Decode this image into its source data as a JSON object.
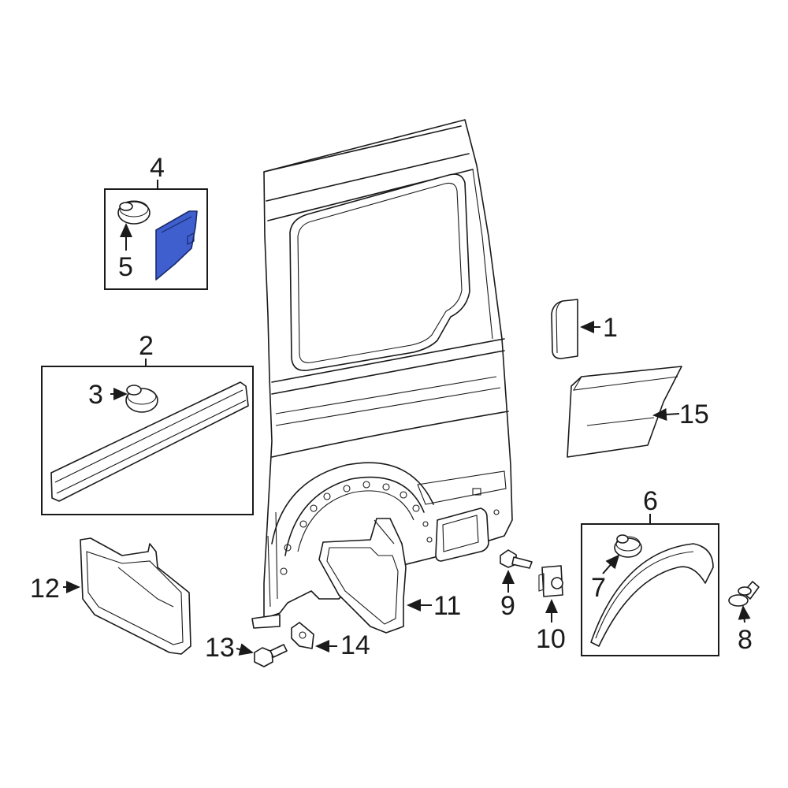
{
  "colors": {
    "highlight_part": "#3f5fcf",
    "line": "#1a1a1a",
    "background": "#ffffff"
  },
  "callouts": [
    {
      "id": "c1",
      "text": "1"
    },
    {
      "id": "c2",
      "text": "2"
    },
    {
      "id": "c3",
      "text": "3"
    },
    {
      "id": "c4",
      "text": "4"
    },
    {
      "id": "c5",
      "text": "5"
    },
    {
      "id": "c6",
      "text": "6"
    },
    {
      "id": "c7",
      "text": "7"
    },
    {
      "id": "c8",
      "text": "8"
    },
    {
      "id": "c9",
      "text": "9"
    },
    {
      "id": "c10",
      "text": "10"
    },
    {
      "id": "c11",
      "text": "11"
    },
    {
      "id": "c12",
      "text": "12"
    },
    {
      "id": "c13",
      "text": "13"
    },
    {
      "id": "c14",
      "text": "14"
    },
    {
      "id": "c15",
      "text": "15"
    }
  ],
  "highlighted_callout": "4"
}
